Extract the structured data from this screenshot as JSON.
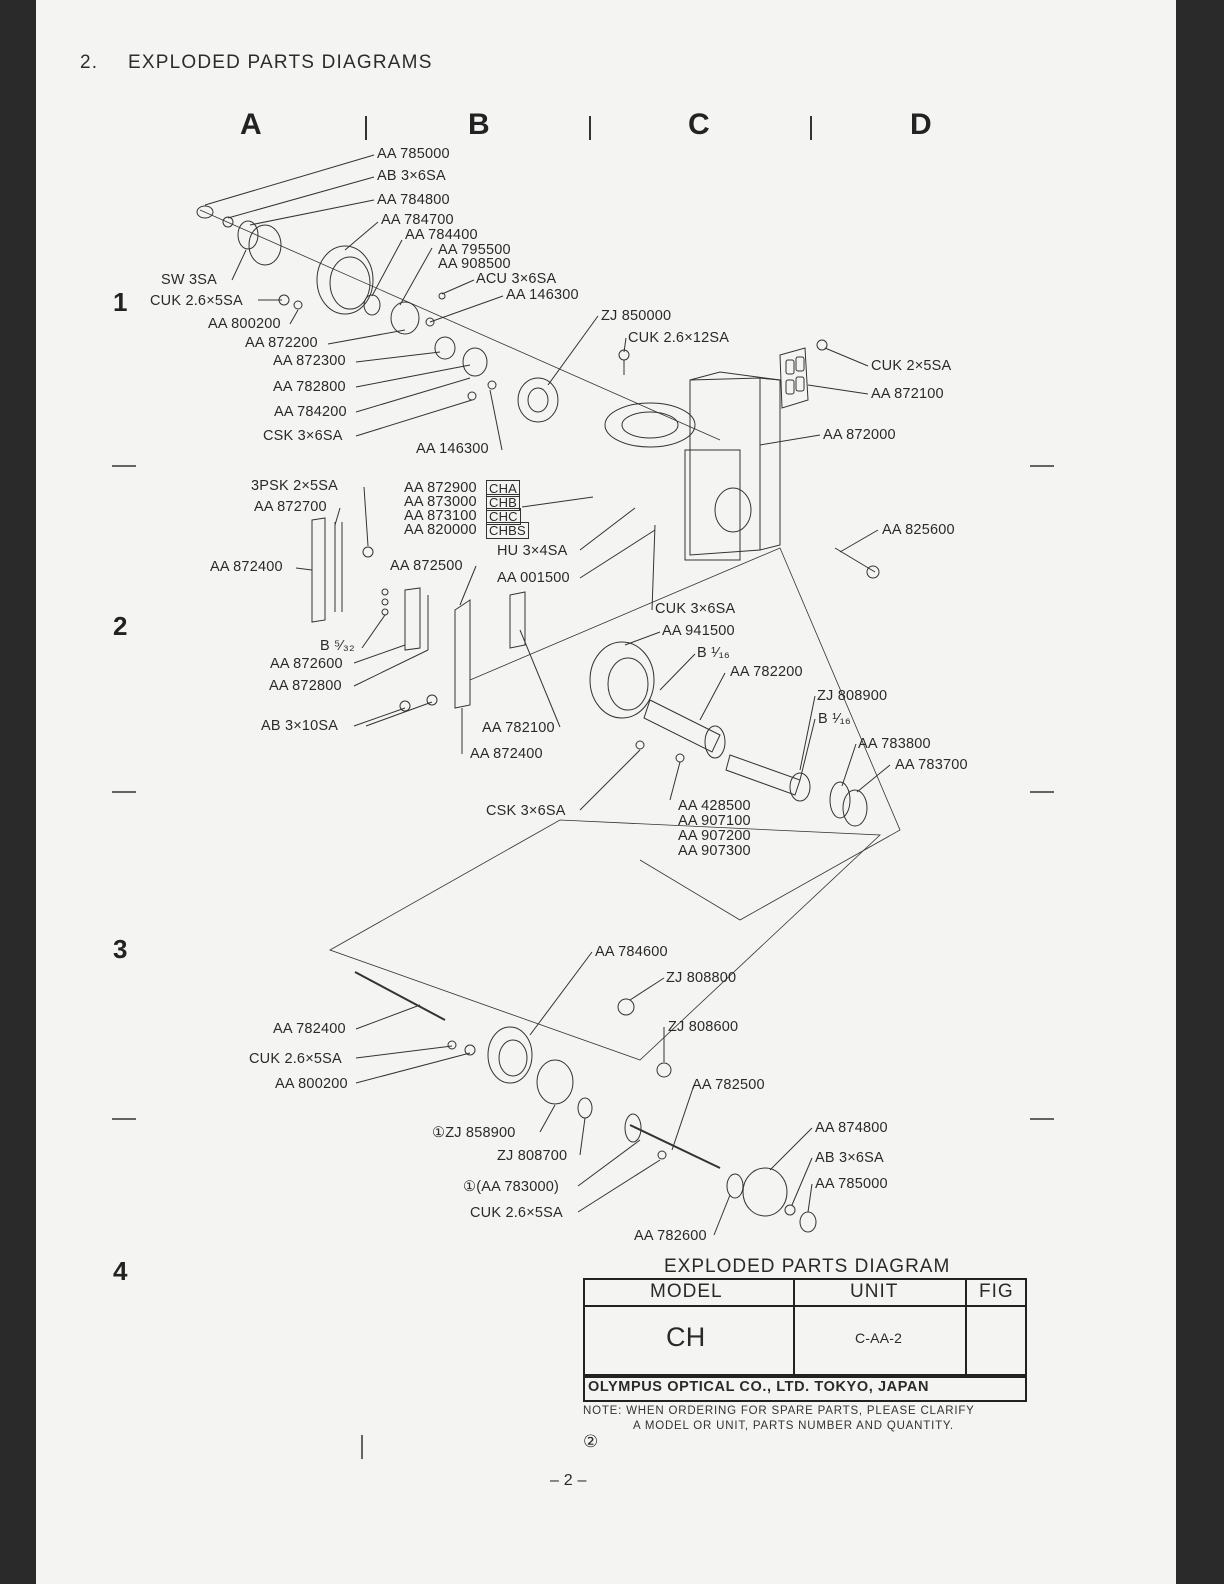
{
  "page": {
    "heading_number": "2.",
    "heading": "EXPLODED PARTS DIAGRAMS",
    "page_number": "– 2 –"
  },
  "grid": {
    "columns": [
      "A",
      "B",
      "C",
      "D"
    ],
    "rows": [
      "1",
      "2",
      "3",
      "4"
    ]
  },
  "labels": {
    "aa785000_top": "AA 785000",
    "ab3x6sa_top": "AB 3×6SA",
    "aa784800": "AA 784800",
    "aa784700": "AA 784700",
    "aa784400": "AA 784400",
    "aa795500": "AA 795500",
    "aa908500": "AA 908500",
    "acu3x6sa": "ACU 3×6SA",
    "aa146300_a": "AA 146300",
    "sw3sa": "SW 3SA",
    "cuk26x5sa_top": "CUK 2.6×5SA",
    "aa800200_top": "AA 800200",
    "aa872200": "AA 872200",
    "aa872300": "AA 872300",
    "aa782800": "AA 782800",
    "aa784200": "AA 784200",
    "csk3x6sa_top": "CSK 3×6SA",
    "aa146300_b": "AA 146300",
    "zj850000": "ZJ 850000",
    "cuk26x12sa": "CUK 2.6×12SA",
    "cuk2x5sa": "CUK 2×5SA",
    "aa872100": "AA 872100",
    "aa872000": "AA 872000",
    "psk2x5sa": "3PSK 2×5SA",
    "aa872700": "AA 872700",
    "aa872400_left": "AA 872400",
    "aa872900": "AA 872900",
    "aa873000": "AA 873000",
    "aa873100": "AA 873100",
    "aa820000": "AA 820000",
    "cha": "CHA",
    "chb": "CHB",
    "chc": "CHC",
    "chbs": "CHBS",
    "hu3x4sa": "HU 3×4SA",
    "aa001500": "AA 001500",
    "aa825600": "AA 825600",
    "aa872500": "AA 872500",
    "b532": "B ⁵⁄₃₂",
    "aa872600": "AA 872600",
    "aa872800": "AA 872800",
    "ab3x10sa": "AB 3×10SA",
    "aa782100": "AA 782100",
    "aa872400_b": "AA 872400",
    "cuk3x6sa": "CUK 3×6SA",
    "aa941500": "AA 941500",
    "b116_a": "B ¹⁄₁₆",
    "aa782200": "AA 782200",
    "zj808900": "ZJ 808900",
    "b116_b": "B ¹⁄₁₆",
    "aa783800": "AA 783800",
    "aa783700": "AA 783700",
    "csk3x6sa_mid": "CSK 3×6SA",
    "aa428500": "AA 428500",
    "aa907100": "AA 907100",
    "aa907200": "AA 907200",
    "aa907300": "AA 907300",
    "aa784600": "AA 784600",
    "zj808800": "ZJ 808800",
    "zj808600": "ZJ 808600",
    "aa782400": "AA 782400",
    "cuk26x5sa_low": "CUK 2.6×5SA",
    "aa800200_low": "AA 800200",
    "aa782500": "AA 782500",
    "zj858900": "①ZJ 858900",
    "zj808700": "ZJ 808700",
    "aa783000": "①(AA 783000)",
    "cuk26x5sa_bot": "CUK 2.6×5SA",
    "aa782600": "AA 782600",
    "aa874800": "AA 874800",
    "ab3x6sa_low": "AB 3×6SA",
    "aa785000_low": "AA 785000"
  },
  "titleblock": {
    "title": "EXPLODED PARTS DIAGRAM",
    "model_header": "MODEL",
    "unit_header": "UNIT",
    "fig_header": "FIG",
    "model_value": "CH",
    "unit_value": "C-AA-2",
    "fig_value": "",
    "company": "OLYMPUS OPTICAL CO., LTD. TOKYO, JAPAN",
    "note_line1": "NOTE: WHEN ORDERING FOR SPARE PARTS, PLEASE CLARIFY",
    "note_line2": "A MODEL OR UNIT, PARTS NUMBER AND QUANTITY.",
    "sheet_mark": "②"
  }
}
